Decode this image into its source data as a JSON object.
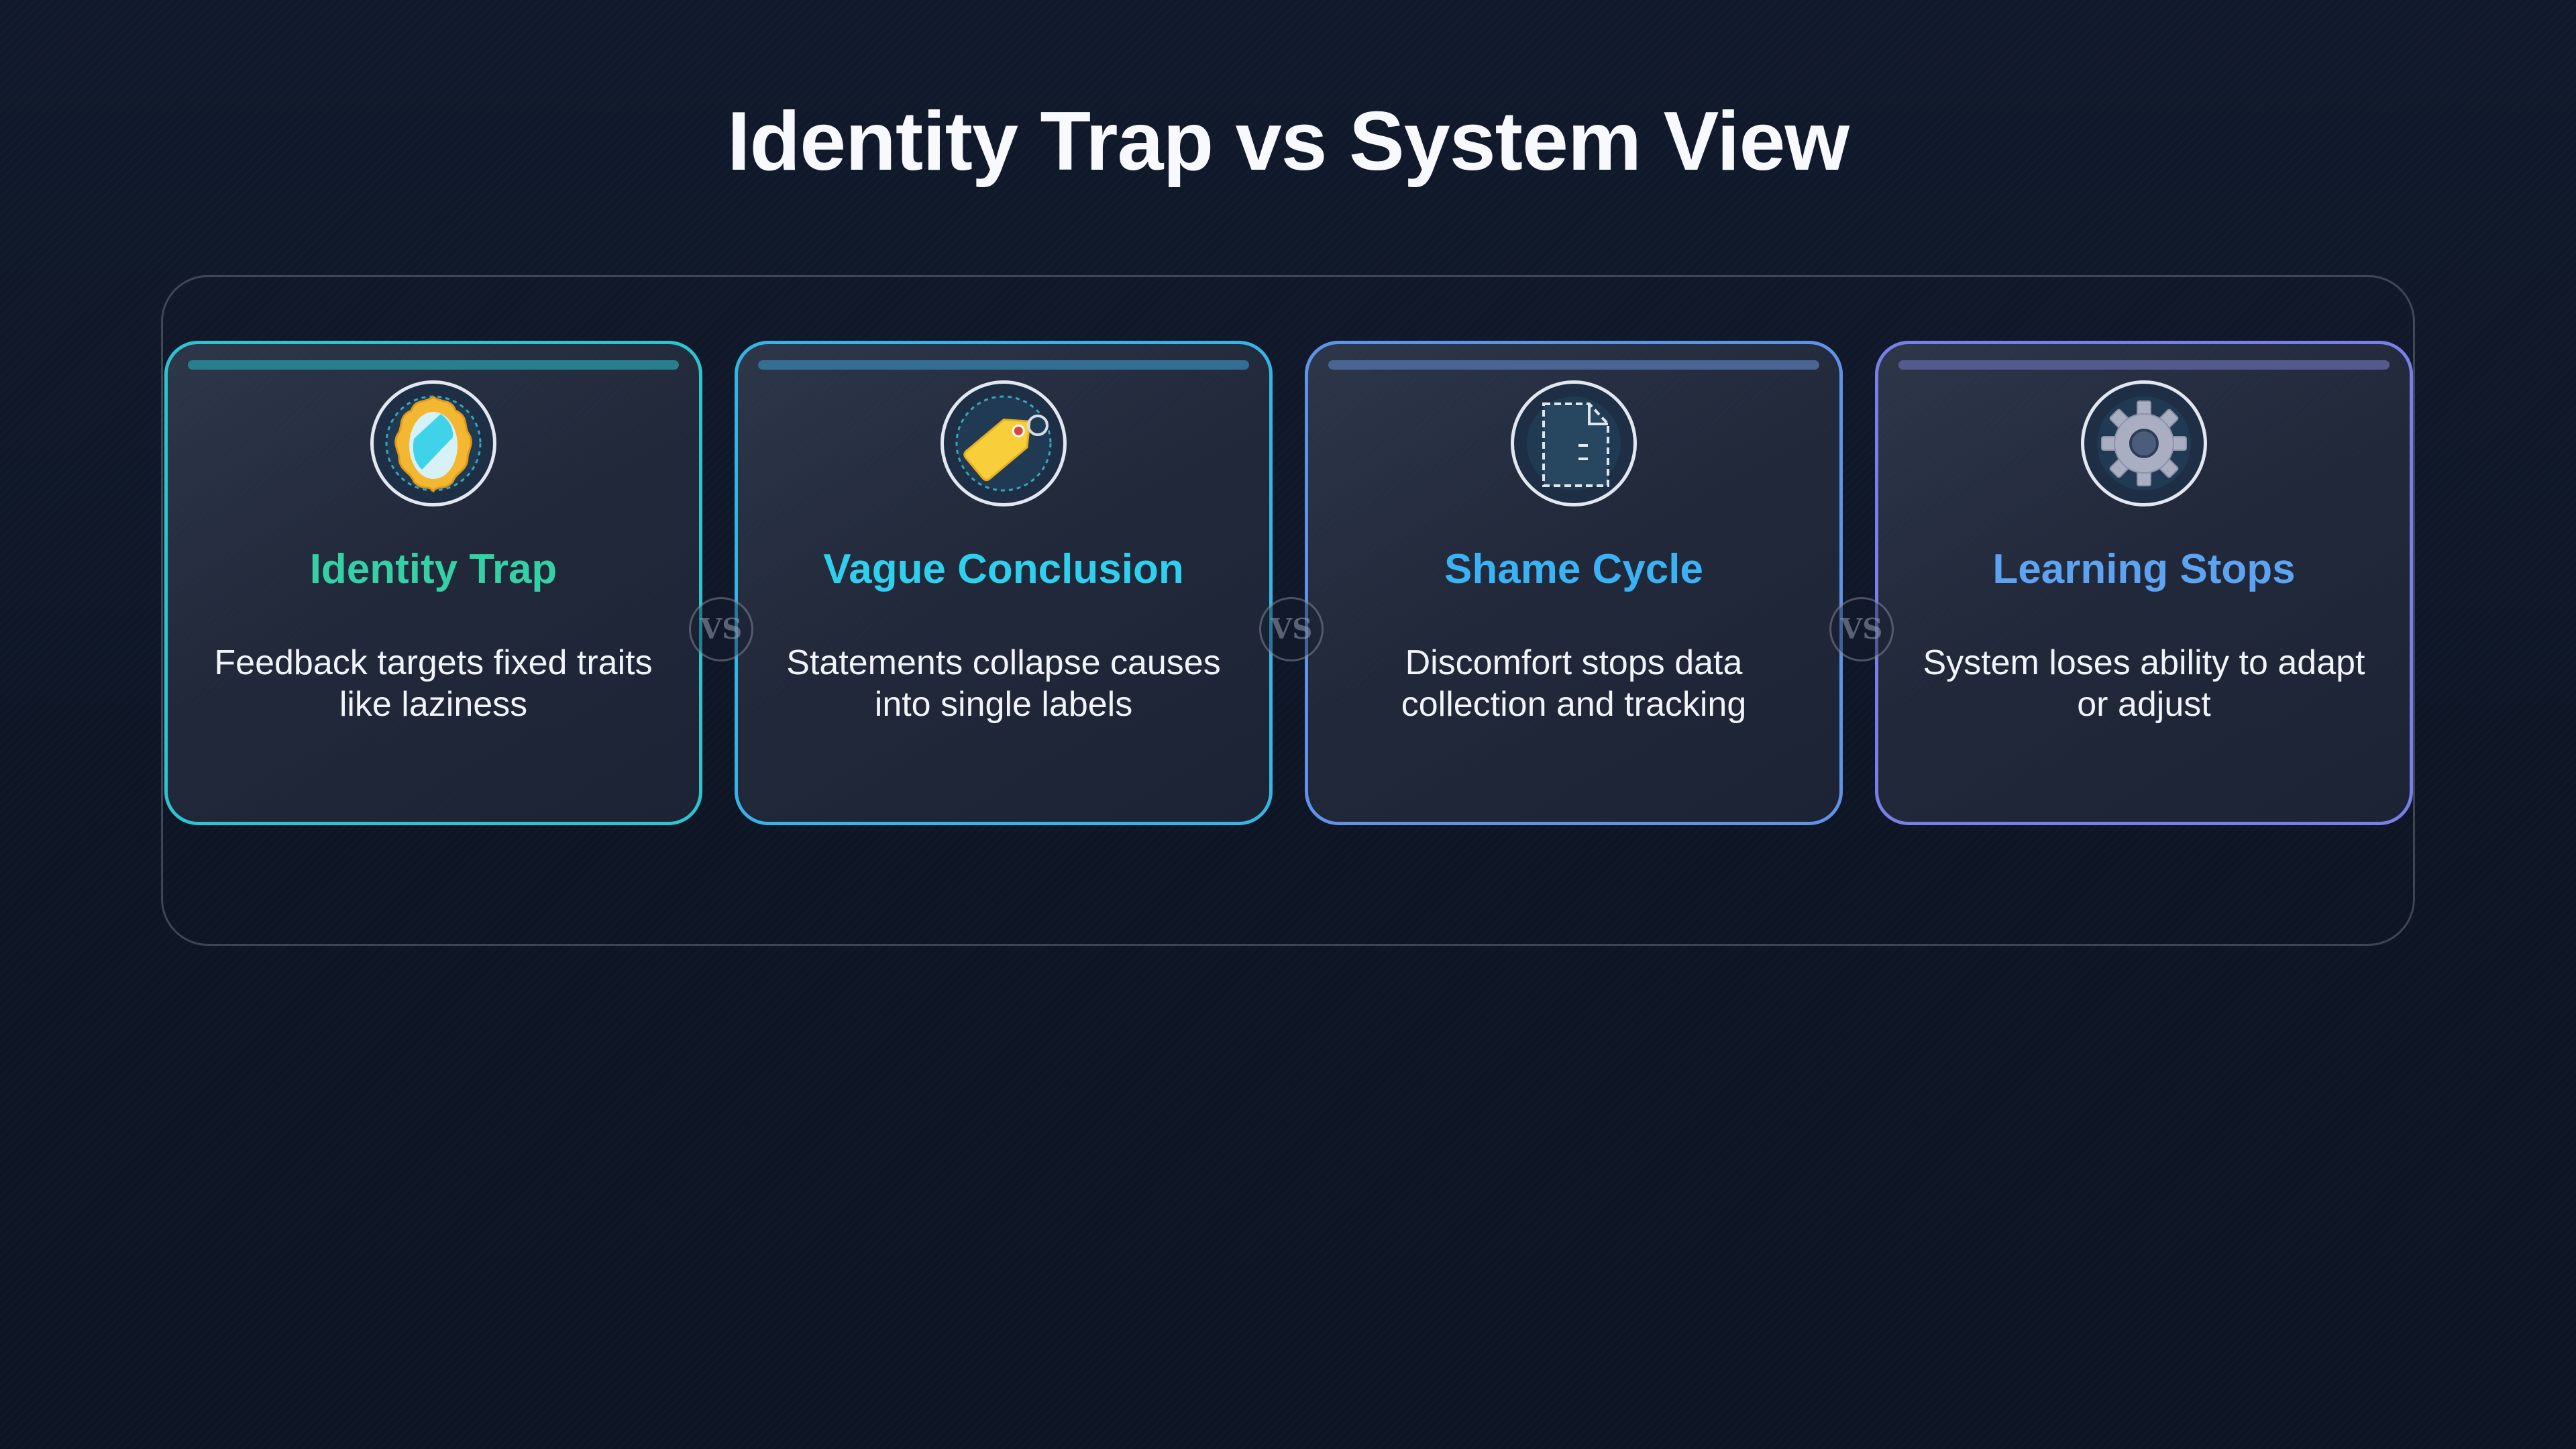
{
  "title": "Identity Trap vs System View",
  "separator_label": "VS",
  "cards": [
    {
      "title": "Identity Trap",
      "description": "Feedback targets fixed traits like laziness",
      "icon": "mirror-icon",
      "border_color": "#2ec4cf",
      "title_color": "#35d0a6",
      "bar_color": "#2a7f8f"
    },
    {
      "title": "Vague Conclusion",
      "description": "Statements collapse causes into single labels",
      "icon": "tag-icon",
      "border_color": "#36b4e6",
      "title_color": "#2fcfee",
      "bar_color": "#346f93"
    },
    {
      "title": "Shame Cycle",
      "description": "Discomfort stops data collection and tracking",
      "icon": "document-icon",
      "border_color": "#5f93e8",
      "title_color": "#3ab2f4",
      "bar_color": "#4a6493"
    },
    {
      "title": "Learning Stops",
      "description": "System loses ability to adapt or adjust",
      "icon": "gear-icon",
      "border_color": "#7b7ee8",
      "title_color": "#5ea3f2",
      "bar_color": "#555a8c"
    }
  ]
}
